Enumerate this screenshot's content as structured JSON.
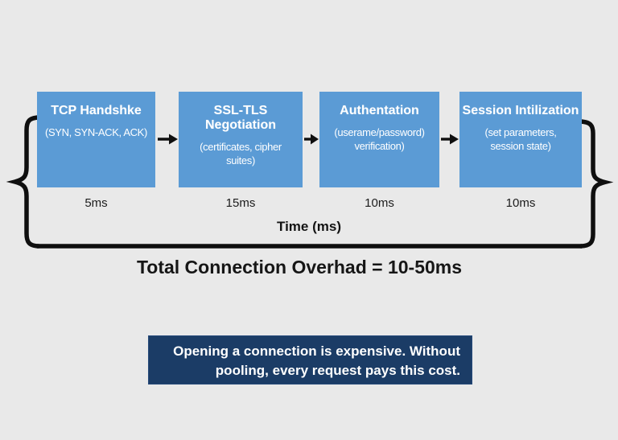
{
  "colors": {
    "background": "#e9e9e9",
    "stage_box_blue": "#5b9bd5",
    "banner_navy": "#1b3c66",
    "bracket_black": "#0f0f0f",
    "text_white": "#ffffff"
  },
  "chart_data": {
    "type": "table",
    "title": "Connection establishment timeline",
    "categories": [
      "TCP Handshke",
      "SSL-TLS Negotiation",
      "Authentation",
      "Session Intilization"
    ],
    "values_ms": [
      5,
      15,
      10,
      10
    ],
    "xlabel": "Time (ms)",
    "total": "Total Connection Overhad = 10-50ms"
  },
  "diagram": {
    "stages": [
      {
        "title": "TCP Handshke",
        "subtitle": "(SYN, SYN-ACK, ACK)",
        "time": "5ms"
      },
      {
        "title": "SSL-TLS\nNegotiation",
        "subtitle": "(certificates, cipher\nsuites)",
        "time": "15ms"
      },
      {
        "title": "Authentation",
        "subtitle": "(userame/password)\nverification)",
        "time": "10ms"
      },
      {
        "title": "Session Intilization",
        "subtitle": "(set parameters,\nsession state)",
        "time": "10ms"
      }
    ],
    "axis_label": "Time (ms)",
    "total_label": "Total Connection Overhad = 10-50ms"
  },
  "banner": {
    "line1": "Opening a connection is expensive. Without",
    "line2": "pooling, every request pays this cost."
  }
}
